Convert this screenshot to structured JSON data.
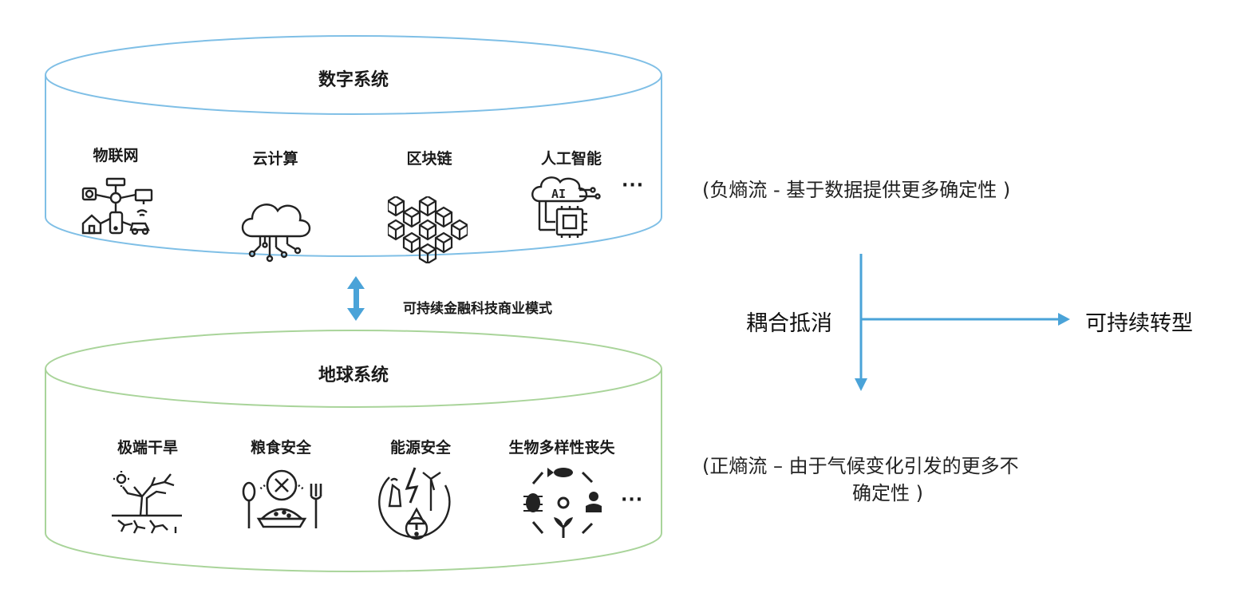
{
  "digital_system": {
    "title": "数字系统",
    "items": [
      {
        "label": "物联网",
        "icon": "iot-network-icon"
      },
      {
        "label": "云计算",
        "icon": "cloud-computing-icon"
      },
      {
        "label": "区块链",
        "icon": "blockchain-cubes-icon"
      },
      {
        "label": "人工智能",
        "icon": "ai-chip-icon"
      }
    ],
    "more": "···"
  },
  "connector": {
    "label": "可持续金融科技商业模式"
  },
  "earth_system": {
    "title": "地球系统",
    "items": [
      {
        "label": "极端干旱",
        "icon": "drought-tree-icon"
      },
      {
        "label": "粮食安全",
        "icon": "food-security-icon"
      },
      {
        "label": "能源安全",
        "icon": "energy-security-icon"
      },
      {
        "label": "生物多样性丧失",
        "icon": "biodiversity-icon"
      }
    ],
    "more": "···"
  },
  "entropy": {
    "negative": "(负熵流 - 基于数据提供更多确定性 )",
    "positive_line1": "(正熵流 – 由于气候变化引发的更多不",
    "positive_line2": "确定性 )",
    "coupling": "耦合抵消",
    "result": "可持续转型"
  },
  "colors": {
    "digital_outline": "#7fbfe6",
    "earth_outline": "#a9d49a",
    "arrow": "#4aa3d8"
  }
}
